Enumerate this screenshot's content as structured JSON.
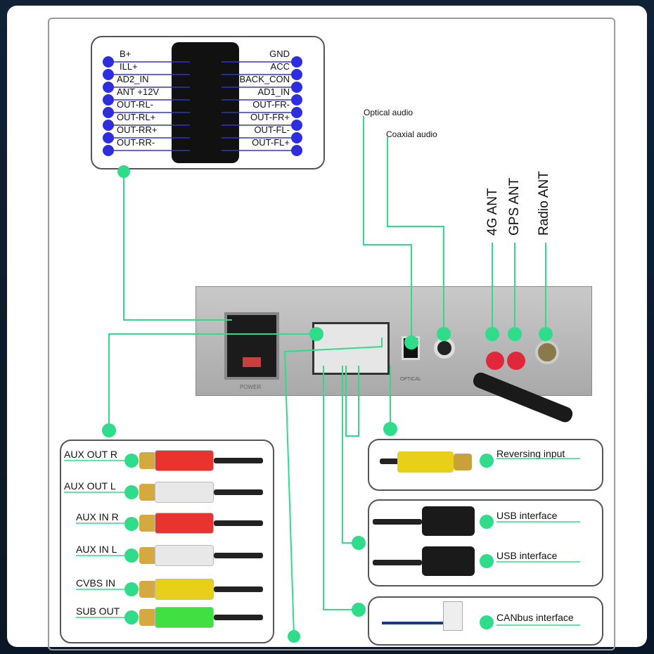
{
  "pinout": {
    "left": [
      "B+",
      "ILL+",
      "AD2_IN",
      "ANT +12V",
      "OUT-RL-",
      "OUT-RL+",
      "OUT-RR+",
      "OUT-RR-"
    ],
    "right": [
      "GND",
      "ACC",
      "BACK_CON",
      "AD1_IN",
      "OUT-FR-",
      "OUT-FR+",
      "OUT-FL-",
      "OUT-FL+"
    ]
  },
  "rear_labels": {
    "optical": "Optical audio",
    "coaxial": "Coaxial audio",
    "ant_4g": "4G ANT",
    "ant_gps": "GPS ANT",
    "ant_radio": "Radio  ANT",
    "power": "POWER",
    "optical_port": "OPTICAL"
  },
  "rca": [
    {
      "label": "AUX OUT R",
      "color": "#e8332e"
    },
    {
      "label": "AUX OUT L",
      "color": "#e8e8e8"
    },
    {
      "label": "AUX IN R",
      "color": "#e8332e"
    },
    {
      "label": "AUX IN L",
      "color": "#e8e8e8"
    },
    {
      "label": "CVBS IN",
      "color": "#e8d018"
    },
    {
      "label": "SUB OUT",
      "color": "#3fe040"
    }
  ],
  "right_items": {
    "reversing": "Reversing input",
    "usb1": "USB interface",
    "usb2": "USB interface",
    "canbus": "CANbus interface"
  },
  "colors": {
    "line": "#2edc8a",
    "pin_dot": "#2e2ee0",
    "pin_line": "#3333cc"
  }
}
